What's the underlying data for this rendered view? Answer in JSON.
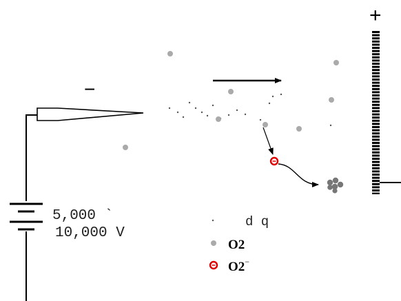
{
  "labels": {
    "needle_polarity": "−",
    "plate_polarity": "+",
    "voltage_top": "5,000 `",
    "voltage_bottom": "10,000 V"
  },
  "legend": [
    {
      "symbol": "electron-dot",
      "label": "d q"
    },
    {
      "symbol": "oxygen-molecule",
      "label": "O2"
    },
    {
      "symbol": "superoxide-ion",
      "label": "O2",
      "superscript": "−"
    }
  ],
  "colors": {
    "line": "#000000",
    "molecule": "#aaaaaa",
    "cluster": "#777777",
    "ion": "#dd0000",
    "electron": "#555555"
  }
}
